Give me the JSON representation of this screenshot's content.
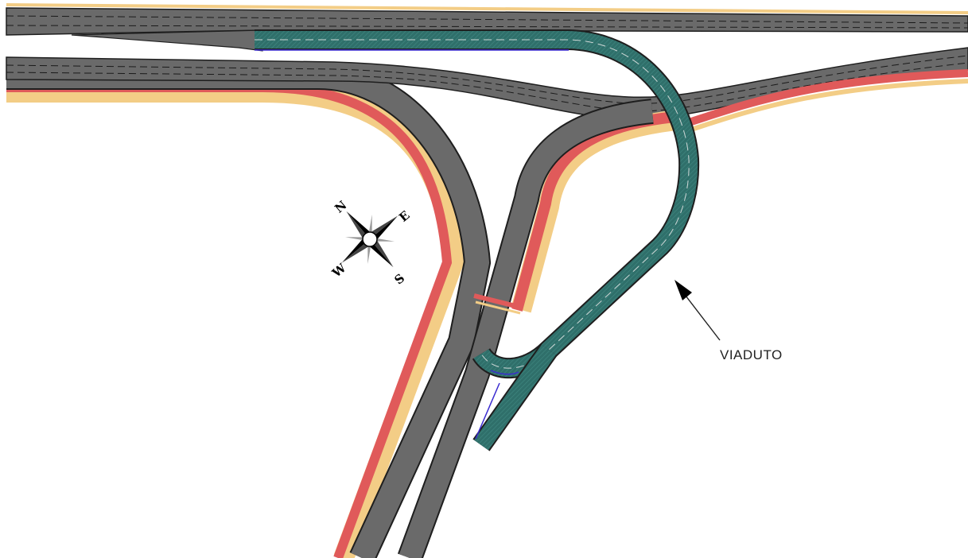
{
  "drawing": {
    "callout_label": "VIADUTO",
    "compass": {
      "north": "N",
      "east": "E",
      "south": "S",
      "west": "W"
    },
    "colors": {
      "asphalt": "#6a6a6a",
      "edge": "#1e1e1e",
      "lane_dash": "#1a1a1a",
      "viaduct": "#2f6f6a",
      "bike_lane": "#e05a5a",
      "sidewalk": "#f3cd86",
      "edge_line": "#3a2bd0"
    }
  }
}
